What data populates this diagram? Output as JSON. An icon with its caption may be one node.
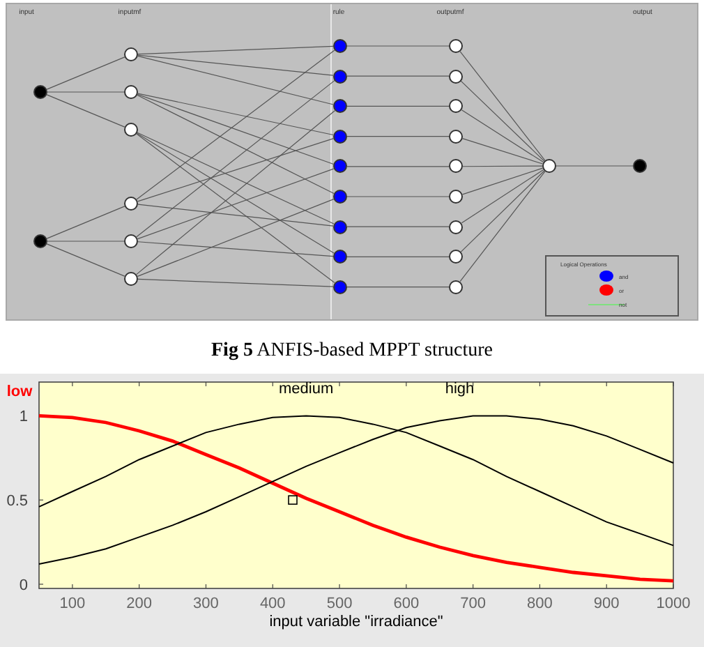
{
  "diagram": {
    "caption": "**Fig 5** ANFIS-based MPPT structure",
    "nodes": [
      {
        "text": [],
        "shape": "circle"
      },
      {
        "text": [],
        "shape": "circle"
      },
      {
        "text": [],
        "shape": "circle"
      },
      {
        "text": [],
        "shape": "circle"
      },
      {
        "text": [],
        "shape": "circle"
      },
      {
        "text": [],
        "shape": "circle"
      },
      {
        "text": [],
        "shape": "circle"
      },
      {
        "text": [],
        "shape": "circle"
      },
      {
        "text": [],
        "shape": "circle"
      },
      {
        "text": [],
        "shape": "circle"
      },
      {
        "text": [],
        "shape": "circle"
      },
      {
        "text": [],
        "shape": "circle"
      },
      {
        "text": [],
        "shape": "circle"
      },
      {
        "text": [],
        "shape": "circle"
      },
      {
        "text": [],
        "shape": "circle"
      },
      {
        "text": [],
        "shape": "circle"
      },
      {
        "text": [],
        "shape": "circle"
      },
      {
        "text": [],
        "shape": "circle"
      },
      {
        "text": [],
        "shape": "circle"
      },
      {
        "text": [],
        "shape": "circle"
      },
      {
        "text": [],
        "shape": "circle"
      },
      {
        "text": [],
        "shape": "circle"
      },
      {
        "text": [],
        "shape": "circle"
      },
      {
        "text": [],
        "shape": "circle"
      },
      {
        "text": [],
        "shape": "circle"
      },
      {
        "text": [],
        "shape": "circle"
      },
      {
        "text": [],
        "shape": "circle"
      },
      {
        "text": [],
        "shape": "circle"
      }
    ],
    "edges": [
      {
        "from": 0,
        "to": 2,
        "arrow": "none"
      },
      {
        "from": 0,
        "to": 3,
        "arrow": "none"
      },
      {
        "from": 0,
        "to": 4,
        "arrow": "none"
      },
      {
        "from": 1,
        "to": 5,
        "arrow": "none"
      },
      {
        "from": 1,
        "to": 6,
        "arrow": "none"
      },
      {
        "from": 1,
        "to": 7,
        "arrow": "none"
      },
      {
        "from": 2,
        "to": 8,
        "arrow": "none"
      },
      {
        "from": 5,
        "to": 8,
        "arrow": "none"
      },
      {
        "from": 2,
        "to": 9,
        "arrow": "none"
      },
      {
        "from": 6,
        "to": 9,
        "arrow": "none"
      },
      {
        "from": 2,
        "to": 10,
        "arrow": "none"
      },
      {
        "from": 7,
        "to": 10,
        "arrow": "none"
      },
      {
        "from": 3,
        "to": 11,
        "arrow": "none"
      },
      {
        "from": 5,
        "to": 11,
        "arrow": "none"
      },
      {
        "from": 3,
        "to": 12,
        "arrow": "none"
      },
      {
        "from": 6,
        "to": 12,
        "arrow": "none"
      },
      {
        "from": 3,
        "to": 13,
        "arrow": "none"
      },
      {
        "from": 7,
        "to": 13,
        "arrow": "none"
      },
      {
        "from": 4,
        "to": 14,
        "arrow": "none"
      },
      {
        "from": 5,
        "to": 14,
        "arrow": "none"
      },
      {
        "from": 4,
        "to": 15,
        "arrow": "none"
      },
      {
        "from": 6,
        "to": 15,
        "arrow": "none"
      },
      {
        "from": 4,
        "to": 16,
        "arrow": "none"
      },
      {
        "from": 7,
        "to": 16,
        "arrow": "none"
      },
      {
        "from": 8,
        "to": 17,
        "arrow": "none"
      },
      {
        "from": 9,
        "to": 18,
        "arrow": "none"
      },
      {
        "from": 10,
        "to": 19,
        "arrow": "none"
      },
      {
        "from": 11,
        "to": 20,
        "arrow": "none"
      },
      {
        "from": 12,
        "to": 21,
        "arrow": "none"
      },
      {
        "from": 13,
        "to": 22,
        "arrow": "none"
      },
      {
        "from": 14,
        "to": 23,
        "arrow": "none"
      },
      {
        "from": 15,
        "to": 24,
        "arrow": "none"
      },
      {
        "from": 16,
        "to": 25,
        "arrow": "none"
      },
      {
        "from": 17,
        "to": 26,
        "arrow": "none"
      },
      {
        "from": 18,
        "to": 26,
        "arrow": "none"
      },
      {
        "from": 19,
        "to": 26,
        "arrow": "none"
      },
      {
        "from": 20,
        "to": 26,
        "arrow": "none"
      },
      {
        "from": 21,
        "to": 26,
        "arrow": "none"
      },
      {
        "from": 22,
        "to": 26,
        "arrow": "none"
      },
      {
        "from": 23,
        "to": 26,
        "arrow": "none"
      },
      {
        "from": 24,
        "to": 26,
        "arrow": "none"
      },
      {
        "from": 25,
        "to": 26,
        "arrow": "none"
      },
      {
        "from": 26,
        "to": 27,
        "arrow": "none"
      }
    ],
    "labels": [
      "input",
      "inputmf",
      "rule",
      "outputmf",
      "output",
      "Logical Operations"
    ],
    "legend": [
      {
        "text": "and",
        "color": "#0000ff"
      },
      {
        "text": "or",
        "color": "#ff0000"
      },
      {
        "text": "not"
      }
    ],
    "chart_data": {
      "type": "line",
      "xlabel": "input variable \"irradiance\"",
      "x": [
        50,
        100,
        150,
        200,
        250,
        300,
        350,
        400,
        450,
        500,
        550,
        600,
        650,
        700,
        750,
        800,
        850,
        900,
        950,
        1000
      ],
      "series": [
        {
          "name": "low",
          "color": "#ff0000",
          "values": [
            1,
            0.99,
            0.96,
            0.91,
            0.85,
            0.77,
            0.69,
            0.6,
            0.51,
            0.43,
            0.35,
            0.28,
            0.22,
            0.17,
            0.13,
            0.1,
            0.07,
            0.05,
            0.03,
            0.02
          ]
        },
        {
          "name": "medium",
          "color": "#000000",
          "values": [
            0.46,
            0.55,
            0.64,
            0.74,
            0.82,
            0.9,
            0.95,
            0.99,
            1,
            0.99,
            0.95,
            0.9,
            0.82,
            0.74,
            0.64,
            0.55,
            0.46,
            0.37,
            0.3,
            0.23
          ]
        },
        {
          "name": "high",
          "color": "#000000",
          "values": [
            0.12,
            0.16,
            0.21,
            0.28,
            0.35,
            0.43,
            0.52,
            0.61,
            0.7,
            0.78,
            0.86,
            0.93,
            0.97,
            1,
            1,
            0.98,
            0.94,
            0.88,
            0.8,
            0.72
          ]
        }
      ],
      "xlim": [
        50,
        1000
      ],
      "ylim": [
        -0.025,
        1.2
      ],
      "xticks": [
        100,
        200,
        300,
        400,
        500,
        600,
        700,
        800,
        900,
        1000
      ],
      "yticks": [
        0,
        0.5,
        1
      ]
    }
  }
}
